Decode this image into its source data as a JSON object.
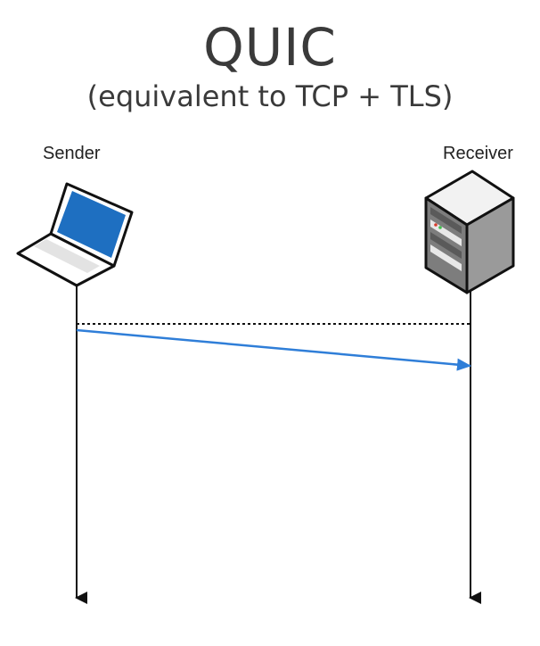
{
  "title": "QUIC",
  "subtitle": "(equivalent to TCP + TLS)",
  "actors": {
    "sender": {
      "label": "Sender",
      "icon": "laptop-icon"
    },
    "receiver": {
      "label": "Receiver",
      "icon": "server-icon"
    }
  },
  "colors": {
    "text": "#3a3a3a",
    "lifeline": "#111111",
    "message_arrow": "#2f7ed8",
    "laptop_screen": "#1e6fc1"
  }
}
